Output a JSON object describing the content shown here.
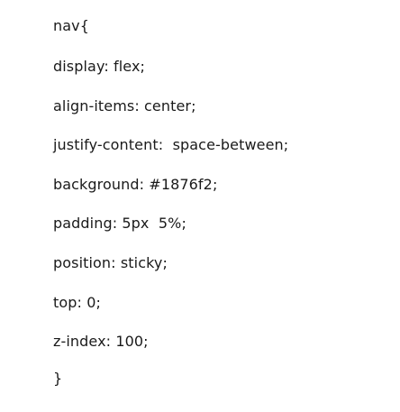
{
  "lines": [
    "nav{",
    "display: flex;",
    "align-items: center;",
    "justify-content:  space-between;",
    "background: #1876f2;",
    "padding: 5px  5%;",
    "position: sticky;",
    "top: 0;",
    "z-index: 100;",
    "}"
  ]
}
